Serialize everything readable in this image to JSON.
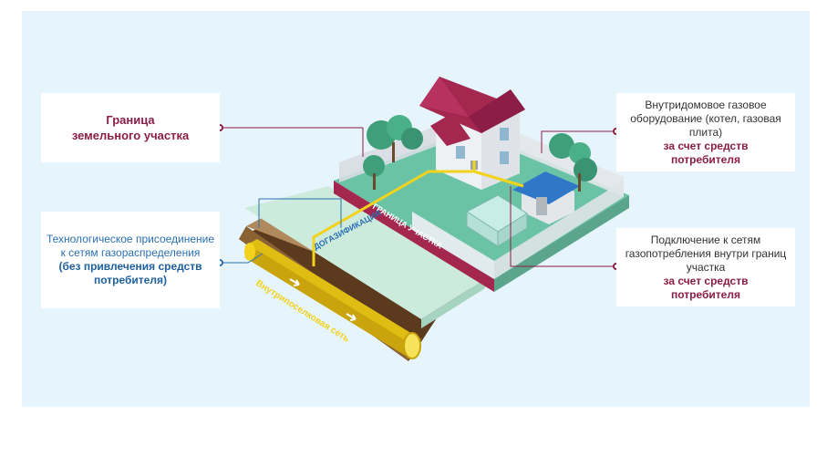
{
  "callouts": {
    "land_border": {
      "title": "Граница\nземельного участка"
    },
    "tech_connection": {
      "text": "Технологическое присоединение\nк сетям газораспределения",
      "bold": "(без привлечения средств\nпотребителя)"
    },
    "indoor_equipment": {
      "text": "Внутридомовое газовое\nоборудование (котел, газовая\nплита)",
      "bold": "за счет средств\nпотребителя"
    },
    "site_connection": {
      "text": "Подключение к сетям\nгазопотребления внутри границ\nучастка",
      "bold": "за счет средств\nпотребителя"
    }
  },
  "scene_labels": {
    "border_strip": "ГРАНИЦА УЧАСТКА",
    "gasification": "ДОГАЗИФИКАЦИЯ",
    "pipeline": "Внутрипоселковая сеть"
  },
  "colors": {
    "panel_bg": "#e6f4fb",
    "accent_red": "#8c1d46",
    "accent_blue": "#2a6fb4",
    "pipe_yellow": "#f2d21c",
    "lawn": "#6bc3a6",
    "roof": "#a3274f"
  }
}
